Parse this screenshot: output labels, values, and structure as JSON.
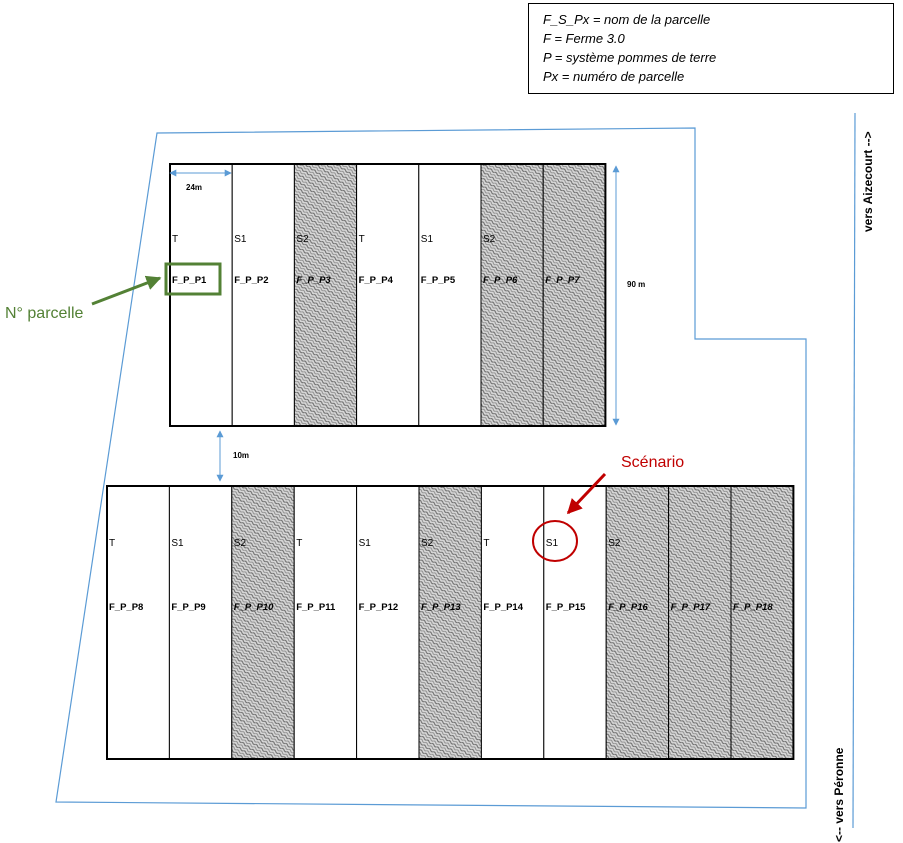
{
  "legend": {
    "lines": [
      "F_S_Px = nom de la parcelle",
      "F = Ferme 3.0",
      "P = système pommes de terre",
      "Px = numéro de parcelle"
    ]
  },
  "dimensions": {
    "width_label": "24m",
    "height_label": "90 m",
    "gap_label": "10m"
  },
  "roads": {
    "top": "vers Aizecourt -->",
    "bottom": "<-- vers Péronne"
  },
  "annotations": {
    "parcel_number": "N° parcelle",
    "scenario": "Scénario"
  },
  "colors": {
    "parcel_highlight": "#538135",
    "scenario": "#c00000",
    "dimension_arrow": "#5b9bd5",
    "field_outline": "#5b9bd5"
  },
  "rows": [
    {
      "parcels": [
        {
          "treatment": "T",
          "id": "F_P_P1",
          "hatched": false
        },
        {
          "treatment": "S1",
          "id": "F_P_P2",
          "hatched": false
        },
        {
          "treatment": "S2",
          "id": "F_P_P3",
          "hatched": true
        },
        {
          "treatment": "T",
          "id": "F_P_P4",
          "hatched": false
        },
        {
          "treatment": "S1",
          "id": "F_P_P5",
          "hatched": false
        },
        {
          "treatment": "S2",
          "id": "F_P_P6",
          "hatched": true
        },
        {
          "treatment": "",
          "id": "F_P_P7",
          "hatched": true
        }
      ]
    },
    {
      "parcels": [
        {
          "treatment": "T",
          "id": "F_P_P8",
          "hatched": false
        },
        {
          "treatment": "S1",
          "id": "F_P_P9",
          "hatched": false
        },
        {
          "treatment": "S2",
          "id": "F_P_P10",
          "hatched": true
        },
        {
          "treatment": "T",
          "id": "F_P_P11",
          "hatched": false
        },
        {
          "treatment": "S1",
          "id": "F_P_P12",
          "hatched": false
        },
        {
          "treatment": "S2",
          "id": "F_P_P13",
          "hatched": true
        },
        {
          "treatment": "T",
          "id": "F_P_P14",
          "hatched": false
        },
        {
          "treatment": "S1",
          "id": "F_P_P15",
          "hatched": false
        },
        {
          "treatment": "S2",
          "id": "F_P_P16",
          "hatched": true
        },
        {
          "treatment": "",
          "id": "F_P_P17",
          "hatched": true
        },
        {
          "treatment": "",
          "id": "F_P_P18",
          "hatched": true
        }
      ]
    }
  ]
}
